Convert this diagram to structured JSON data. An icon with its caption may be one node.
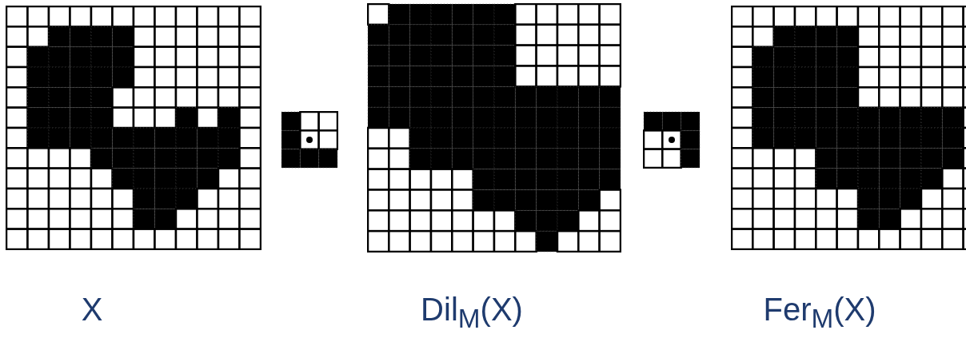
{
  "diagram": {
    "labels": [
      "X",
      "Dil$_{M}$(X)",
      "Fer$_{M}$(X)"
    ]
  }
}
